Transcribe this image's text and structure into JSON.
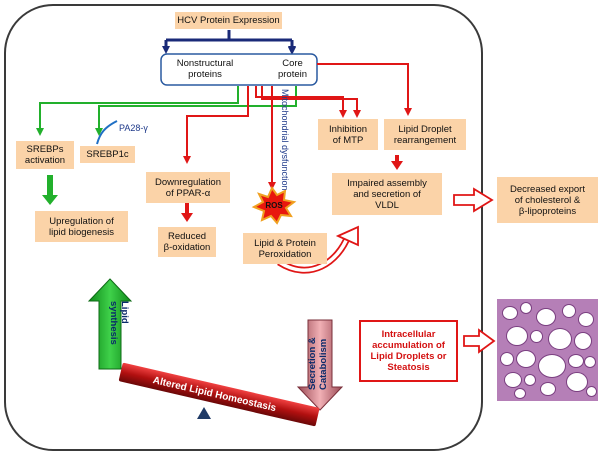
{
  "diagram": {
    "top_box": "HCV Protein Expression",
    "nonstructural": "Nonstructural\nproteins",
    "core": "Core\nprotein",
    "srebps": "SREBPs\nactivation",
    "srebp1c": "SREBP1c",
    "pa28": "PA28-γ",
    "upregulation": "Upregulation of\nlipid biogenesis",
    "ppar": "Downregulation\nof PPAR-α",
    "reduced_beta": "Reduced\nβ-oxidation",
    "mito": "Mitochondrial\ndysfunction",
    "ros": "ROS",
    "peroxidation": "Lipid & Protein\nPeroxidation",
    "mtp": "Inhibition\nof MTP",
    "droplet": "Lipid Droplet\nrearrangement",
    "impaired": "Impaired assembly\nand secretion of\nVLDL",
    "decreased_export": "Decreased export\nof cholesterol &\nβ-lipoproteins",
    "lipid_synthesis": "Lipid\nsynthesis",
    "secretion": "Secretion &\nCatabolism",
    "seesaw": "Altered Lipid Homeostasis",
    "accumulation": "Intracellular\naccumulation of\nLipid Droplets or\nSteatosis"
  },
  "colors": {
    "box_fill": "#fbd3a8",
    "green": "#22b02c",
    "red": "#e01616",
    "navy": "#1a2a78"
  }
}
